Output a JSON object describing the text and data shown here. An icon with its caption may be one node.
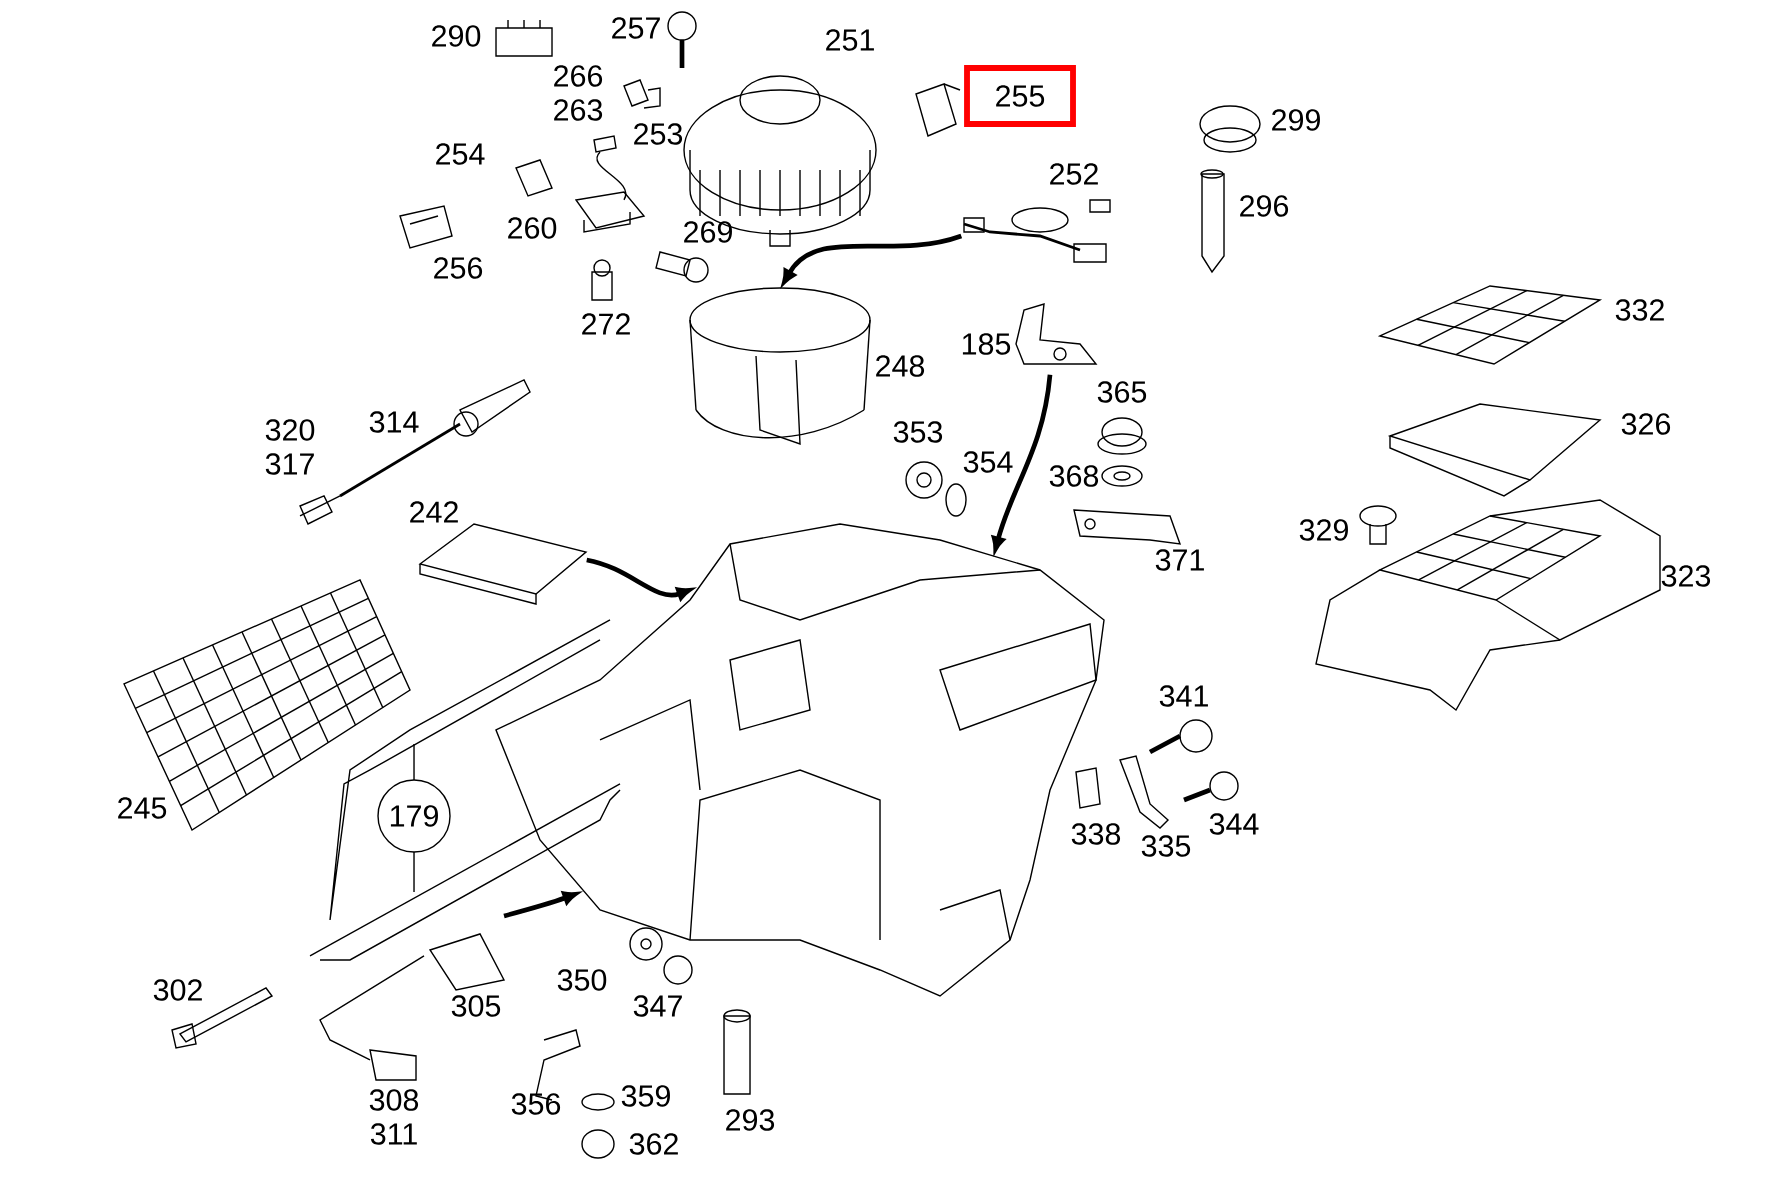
{
  "diagram": {
    "nodes": [
      {
        "text": [
          "255"
        ]
      },
      {
        "text": [],
        "shape": "picture",
        "beside": [
          "252"
        ]
      },
      {
        "text": [],
        "shape": "picture",
        "beside": [
          "248"
        ]
      },
      {
        "text": [],
        "shape": "picture",
        "beside": [
          "242"
        ]
      },
      {
        "text": [],
        "shape": "picture"
      },
      {
        "text": [],
        "shape": "picture",
        "beside": [
          "185"
        ]
      },
      {
        "text": [
          "179"
        ]
      }
    ],
    "edges": [
      {
        "from": 1,
        "to": 2,
        "arrow": "to"
      },
      {
        "from": 3,
        "to": 4,
        "arrow": "to"
      },
      {
        "from": 5,
        "to": 4,
        "arrow": "to"
      },
      {
        "from": null,
        "to": 4,
        "arrow": "to"
      }
    ],
    "labels": [
      "290",
      "257",
      "251",
      "266",
      "263",
      "253",
      "299",
      "254",
      "260",
      "269",
      "296",
      "256",
      "272",
      "332",
      "365",
      "320",
      "317",
      "314",
      "353",
      "354",
      "368",
      "326",
      "329",
      "371",
      "323",
      "341",
      "245",
      "338",
      "335",
      "344",
      "302",
      "305",
      "350",
      "347",
      "308",
      "311",
      "356",
      "359",
      "362",
      "293"
    ]
  }
}
